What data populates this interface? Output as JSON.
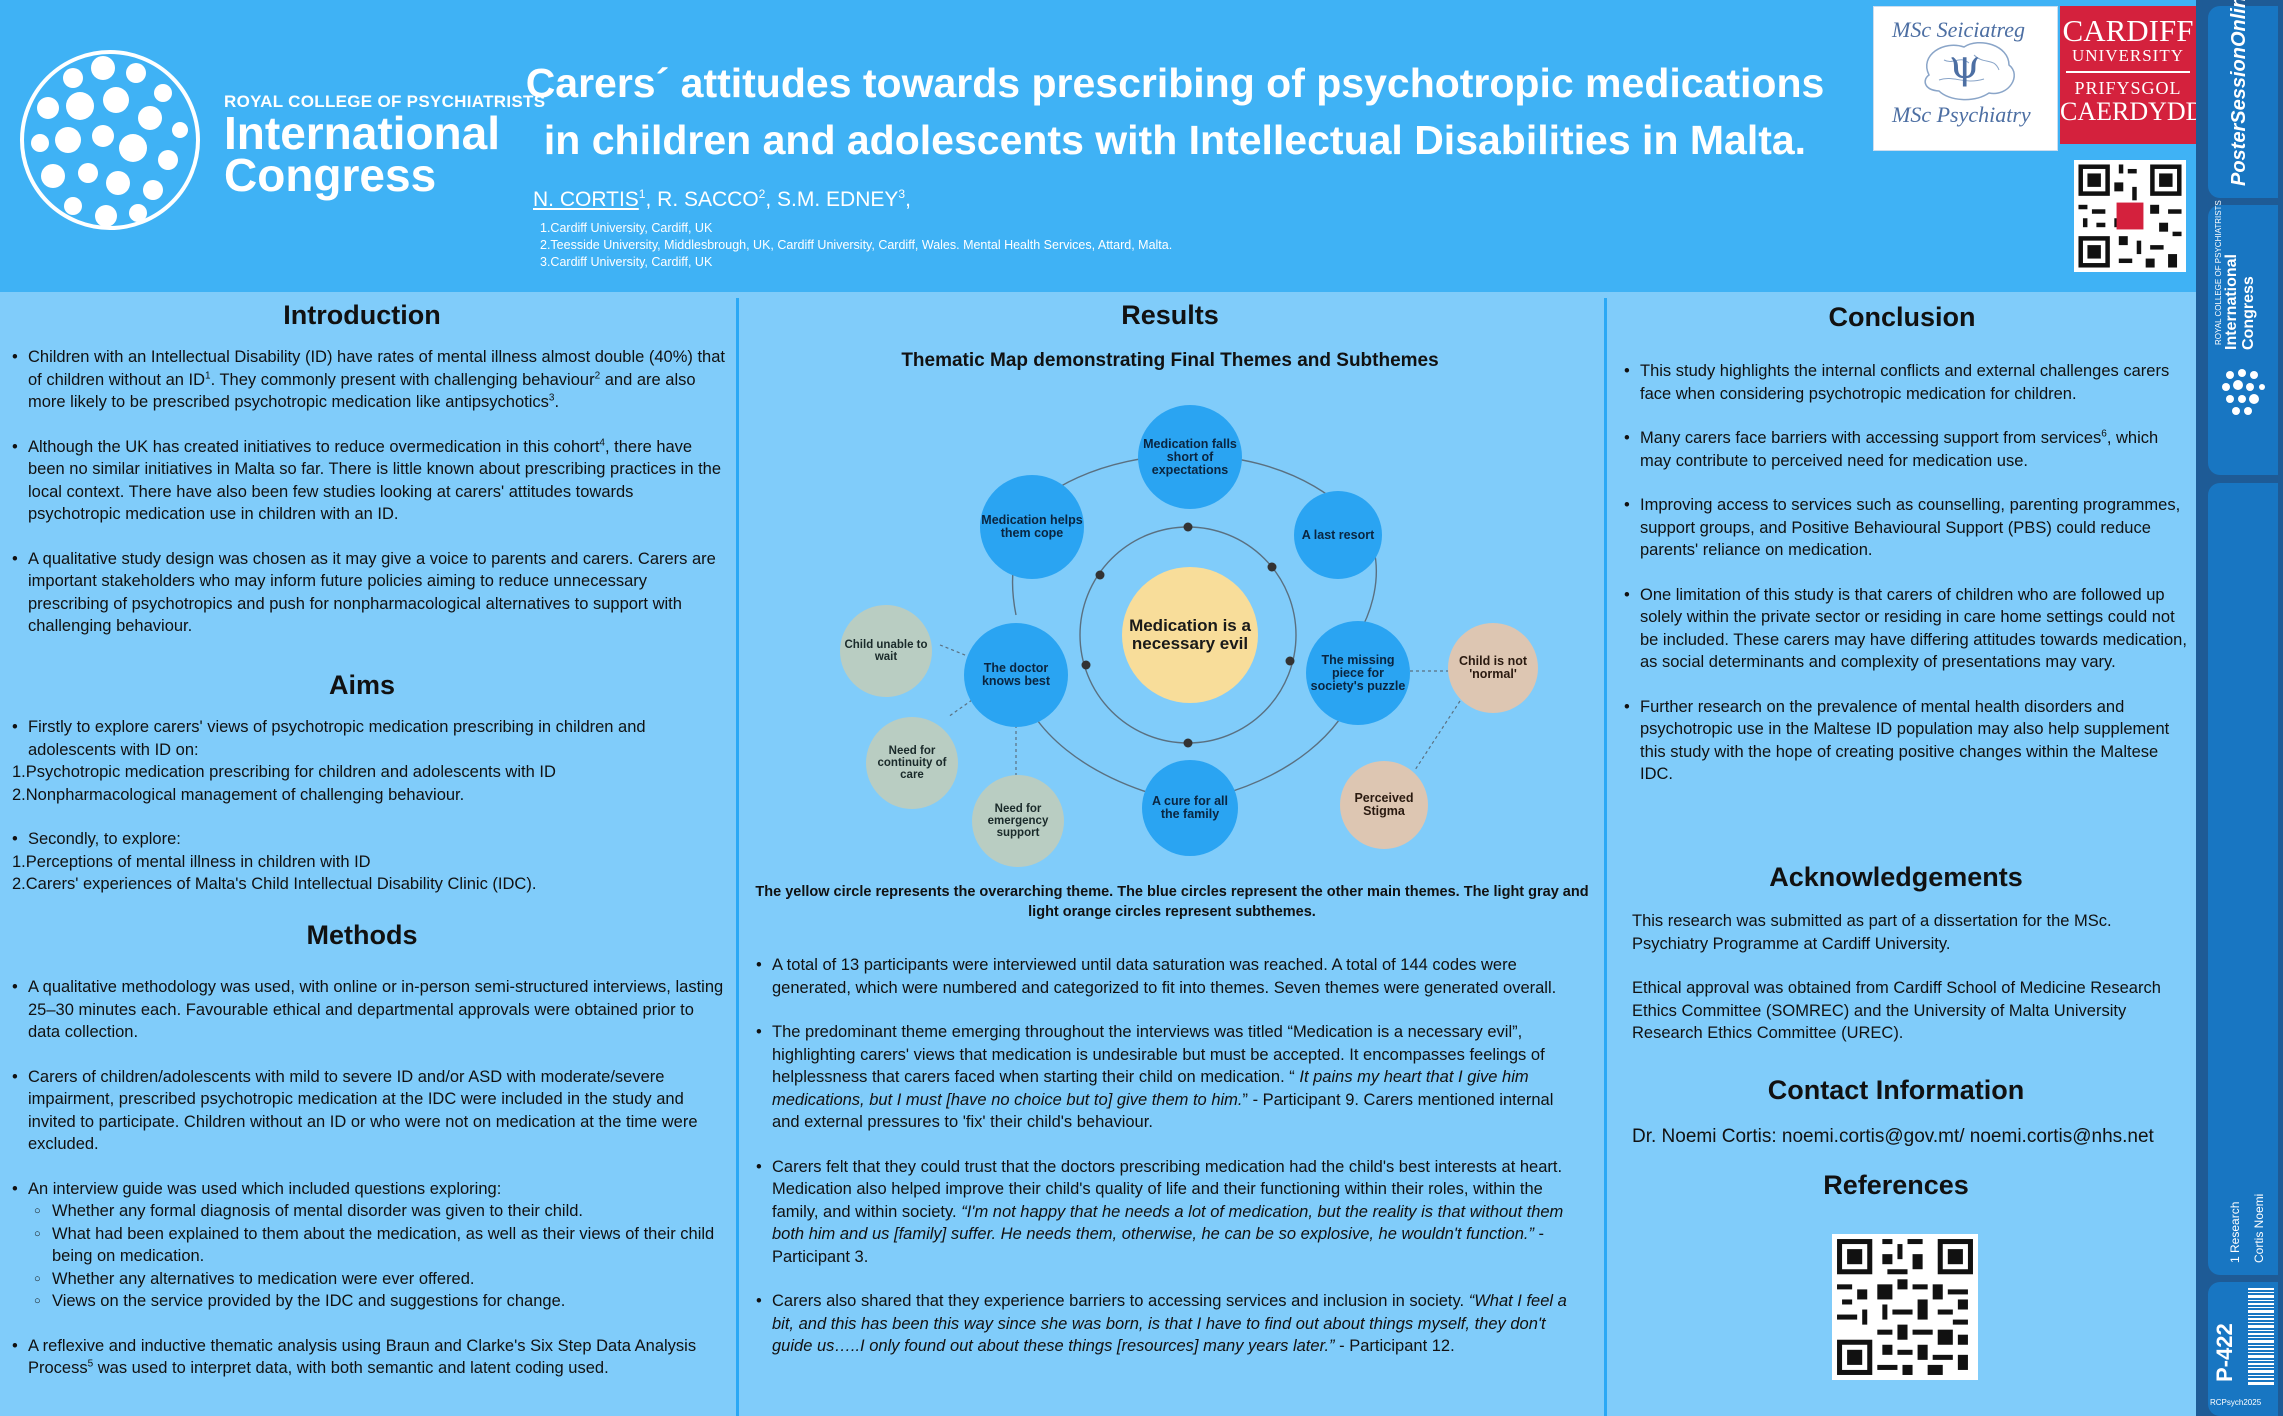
{
  "header": {
    "logo_small": "ROYAL COLLEGE OF PSYCHIATRISTS",
    "logo_big1": "International",
    "logo_big2": "Congress",
    "title_line1": "Carers´ attitudes towards prescribing of psychotropic medications",
    "title_line2": "in children and adolescents with Intellectual Disabilities in Malta.",
    "author1": "N. CORTIS",
    "author1_sup": "1",
    "author2": ", R. SACCO",
    "author2_sup": "2",
    "author3": ", S.M. EDNEY",
    "author3_sup": "3",
    "author_end": ",",
    "affiliations": [
      "1.Cardiff University, Cardiff, UK",
      "2.Teesside University, Middlesbrough, UK, Cardiff University, Cardiff, Wales. Mental Health Services, Attard, Malta.",
      "3.Cardiff University, Cardiff, UK"
    ],
    "msc_top": "MSc Seiciatreg",
    "msc_bottom": "MSc Psychiatry",
    "msc_symbol": "ψ",
    "cardiff1": "CARDIFF",
    "cardiff2": "UNIVERSITY",
    "cardiff3": "PRIFYSGOL",
    "cardiff4": "CAERDYDD"
  },
  "sidebar": {
    "poster_session": "PosterSessionOnline",
    "ic_line1": "International",
    "ic_line2": "Congress",
    "ic_small": "ROYAL COLLEGE OF PSYCHIATRISTS",
    "category": "1 Research",
    "author": "Cortis Noemi",
    "poster_id": "P-422",
    "code": "RCPsych2025"
  },
  "introduction": {
    "heading": "Introduction",
    "b1_a": "Children with an Intellectual Disability (ID) have rates of mental illness almost double (40%) that of children without an ID",
    "b1_s1": "1",
    "b1_b": ". They commonly present with challenging behaviour",
    "b1_s2": "2",
    "b1_c": " and are also more likely to be prescribed psychotropic medication like antipsychotics",
    "b1_s3": "3",
    "b1_d": ".",
    "b2_a": "Although the UK has created initiatives to reduce overmedication in this cohort",
    "b2_s": "4",
    "b2_b": ", there have been no similar initiatives in Malta so far. There is little known about prescribing practices in the local context.  There have also been few studies looking at carers' attitudes towards psychotropic medication use in children with an ID.",
    "b3": "A qualitative study design was chosen as it may give a voice to parents and carers. Carers are important stakeholders who may inform future policies aiming to reduce unnecessary prescribing of psychotropics and push for nonpharmacological alternatives to support with challenging behaviour."
  },
  "aims": {
    "heading": "Aims",
    "b1": "Firstly to explore carers' views of psychotropic medication prescribing in children and adolescents with ID on:",
    "n1": "1.Psychotropic medication prescribing for children and adolescents with ID",
    "n2": "2.Nonpharmacological management of challenging behaviour.",
    "b2": "Secondly, to explore:",
    "n3": "1.Perceptions of mental illness in children with ID",
    "n4": "2.Carers' experiences of Malta's Child Intellectual Disability Clinic (IDC)."
  },
  "methods": {
    "heading": "Methods",
    "b1": "A qualitative methodology was used, with online or in-person semi-structured interviews, lasting 25–30 minutes each. Favourable ethical and departmental approvals were obtained prior to data collection.",
    "b2": "Carers of children/adolescents with mild to severe ID and/or ASD with moderate/severe impairment, prescribed psychotropic medication at the IDC were included in the study and invited to participate. Children without an ID or who were not on medication at the time were excluded.",
    "b3": "An interview guide was used which included questions exploring:",
    "s1": "Whether any formal diagnosis of mental disorder was given to their child.",
    "s2": "What had been explained to them about the medication, as well as their views of their child being on medication.",
    "s3": "Whether any alternatives to medication were ever offered.",
    "s4": "Views on the service provided by the IDC and suggestions for change.",
    "b4_a": "A reflexive and inductive thematic analysis using Braun and Clarke's Six Step Data Analysis Process",
    "b4_s": "5",
    "b4_b": " was used to interpret data, with both semantic and latent coding used."
  },
  "results": {
    "heading": "Results",
    "map_title": "Thematic Map demonstrating Final Themes and Subthemes",
    "map": {
      "center": "Medication is a necessary evil",
      "top": "Medication falls short of expectations",
      "helps": "Medication helps them cope",
      "last": "A last resort",
      "doctor": "The doctor knows best",
      "missing": "The missing piece for society's puzzle",
      "cure": "A cure for all the family",
      "unable": "Child unable to wait",
      "continuity": "Need for continuity of care",
      "emergency": "Need for emergency support",
      "normal": "Child is not 'normal'",
      "stigma": "Perceived Stigma"
    },
    "caption": "The yellow circle represents the overarching theme. The blue circles represent the other main themes. The light gray and  light orange circles represent subthemes.",
    "b1": "A total of 13 participants were interviewed until data saturation was reached. A total of 144 codes were generated, which were numbered and categorized to fit into themes. Seven themes were generated overall.",
    "b2_a": "The predominant theme emerging throughout the interviews was titled “Medication is a necessary evil”, highlighting carers' views that medication is undesirable but must be accepted. It encompasses feelings of helplessness that carers faced when starting their child on medication. “",
    "b2_i": " It pains my heart that I give him medications, but I must [have no choice but to] give them to him.",
    "b2_b": "” - Participant 9.  Carers mentioned internal and external pressures to 'fix' their child's behaviour.",
    "b3_a": "Carers felt that they could trust that the doctors prescribing medication had the child's best interests at heart. Medication also helped improve their child's quality of life and their functioning within their roles, within the family, and within society. ",
    "b3_i": "“I'm not happy that he needs a lot of medication, but the reality is that without them both him and us [family] suffer. He needs them, otherwise, he can be so explosive, he wouldn't function.”",
    "b3_b": "  - Participant 3.",
    "b4_a": "Carers also shared that they experience barriers to accessing services and inclusion in society.  ",
    "b4_i": "“What I feel a bit, and this has been this way since she was born, is that I have to find out about things myself, they don't guide us…..I only found out about these things [resources] many years later.”",
    "b4_b": " - Participant 12."
  },
  "conclusion": {
    "heading": "Conclusion",
    "b1": "This study highlights the internal conflicts and external challenges carers face when considering psychotropic medication for children.",
    "b2_a": "Many carers face barriers with accessing support from services",
    "b2_s": "6",
    "b2_b": ", which may contribute to perceived need for medication use.",
    "b3": "Improving access to services such as counselling, parenting programmes, support groups, and Positive Behavioural Support (PBS) could reduce parents' reliance on medication.",
    "b4": "One limitation of this study is that carers of children who are followed up solely within the private sector or residing in care home settings could not be included. These carers may have differing attitudes towards medication, as social determinants and complexity of presentations may vary.",
    "b5": "Further research on the prevalence of mental health disorders and psychotropic use in the Maltese ID population may also help supplement this study with the hope of creating positive changes within the Maltese IDC."
  },
  "acknowledgements": {
    "heading": "Acknowledgements",
    "p1": "This research was submitted as part of a dissertation for the MSc. Psychiatry Programme at Cardiff University.",
    "p2": "Ethical  approval was obtained from  Cardiff School of Medicine Research Ethics Committee (SOMREC) and  the University of Malta University Research Ethics Committee (UREC)."
  },
  "contact": {
    "heading": "Contact Information",
    "text": "Dr. Noemi Cortis: noemi.cortis@gov.mt/ noemi.cortis@nhs.net"
  },
  "references": {
    "heading": "References"
  },
  "colors": {
    "header_bg": "#3fb2f5",
    "body_bg": "#80ccfa",
    "sidebar_bg": "#1e5b96",
    "cardiff_red": "#d4213d",
    "theme_blue": "#2aa4f2",
    "theme_yellow": "#f8dd9a",
    "sub_gray": "#b9cdc2",
    "sub_orange": "#ddc6b2"
  }
}
